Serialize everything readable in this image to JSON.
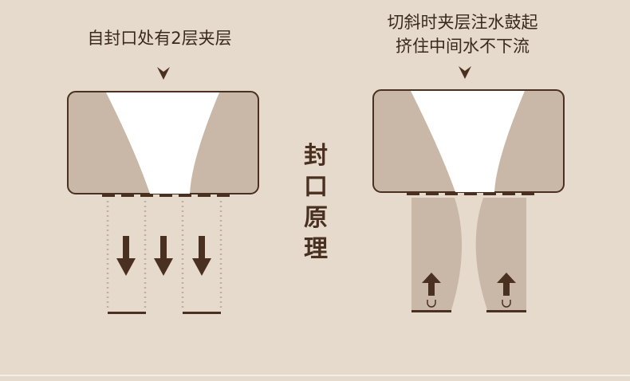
{
  "left_caption": "自封口处有2层夹层",
  "right_caption": [
    "切斜时夹层注水鼓起",
    "挤住中间水不下流"
  ],
  "center_title": [
    "封",
    "口",
    "原",
    "理"
  ],
  "colors": {
    "background": "#e6dacd",
    "tan": "#c9b8a8",
    "dark": "#4a3020"
  }
}
